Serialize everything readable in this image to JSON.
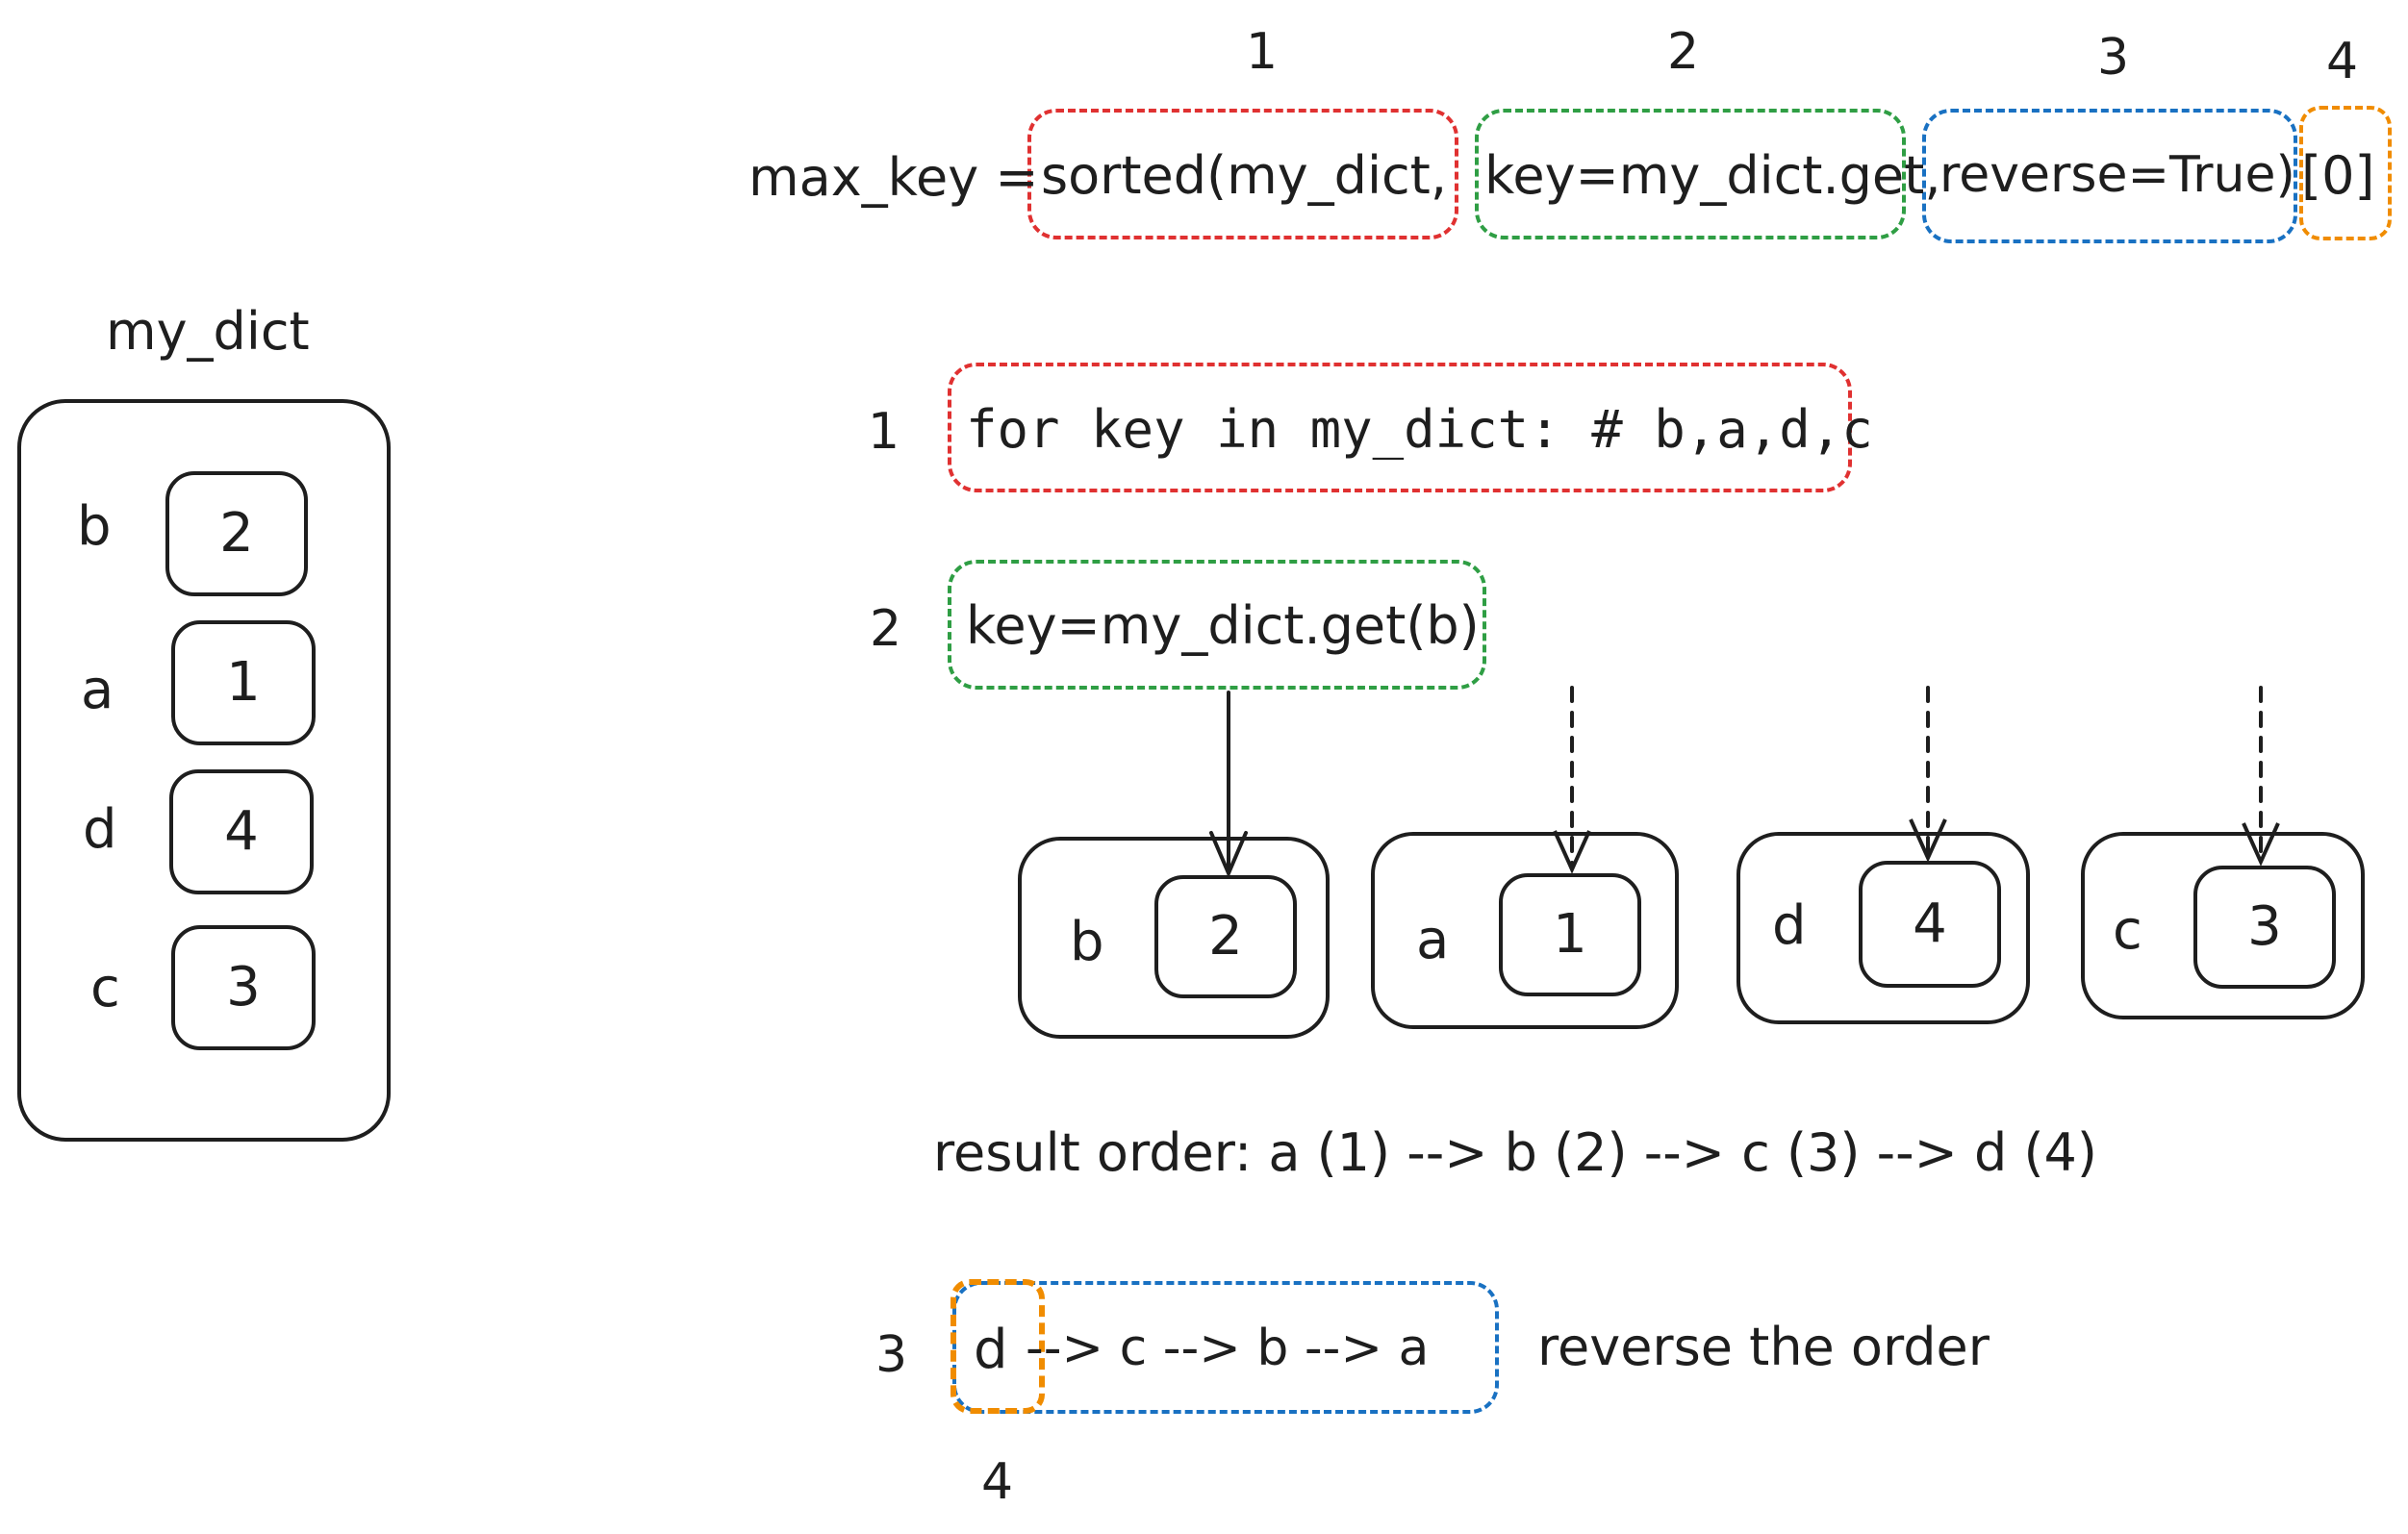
{
  "code_line": {
    "prefix": "max_key =",
    "part1": "sorted(my_dict,",
    "part2": "key=my_dict.get,",
    "part3": "reverse=True)",
    "part4": "[0]",
    "labels": [
      "1",
      "2",
      "3",
      "4"
    ]
  },
  "my_dict": {
    "title": "my_dict",
    "items": [
      {
        "key": "b",
        "value": "2"
      },
      {
        "key": "a",
        "value": "1"
      },
      {
        "key": "d",
        "value": "4"
      },
      {
        "key": "c",
        "value": "3"
      }
    ]
  },
  "step1": {
    "number": "1",
    "text": "for key in my_dict: # b,a,d,c"
  },
  "step2": {
    "number": "2",
    "text": "key=my_dict.get(b)"
  },
  "pairs": [
    {
      "key": "b",
      "value": "2"
    },
    {
      "key": "a",
      "value": "1"
    },
    {
      "key": "d",
      "value": "4"
    },
    {
      "key": "c",
      "value": "3"
    }
  ],
  "result_text": "result order: a (1) --> b (2) --> c (3) --> d (4)",
  "step3": {
    "number": "3",
    "first": "d",
    "rest": "--> c --> b --> a",
    "note": "reverse the order",
    "index_label": "4"
  },
  "colors": {
    "red": "#e03131",
    "green": "#2f9e44",
    "blue": "#1971c2",
    "orange": "#f08c00",
    "ink": "#1e1e1e"
  }
}
